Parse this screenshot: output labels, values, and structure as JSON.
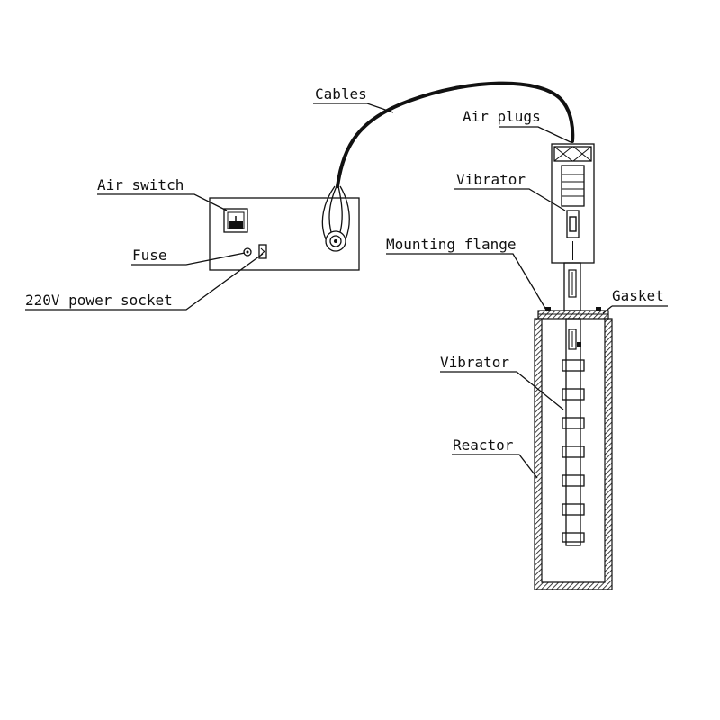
{
  "labels": {
    "cables": "Cables",
    "air_plugs": "Air plugs",
    "air_switch": "Air switch",
    "vibrator_top": "Vibrator",
    "mounting_flange": "Mounting flange",
    "gasket": "Gasket",
    "fuse": "Fuse",
    "power_socket": "220V power socket",
    "vibrator_bottom": "Vibrator",
    "reactor": "Reactor"
  }
}
